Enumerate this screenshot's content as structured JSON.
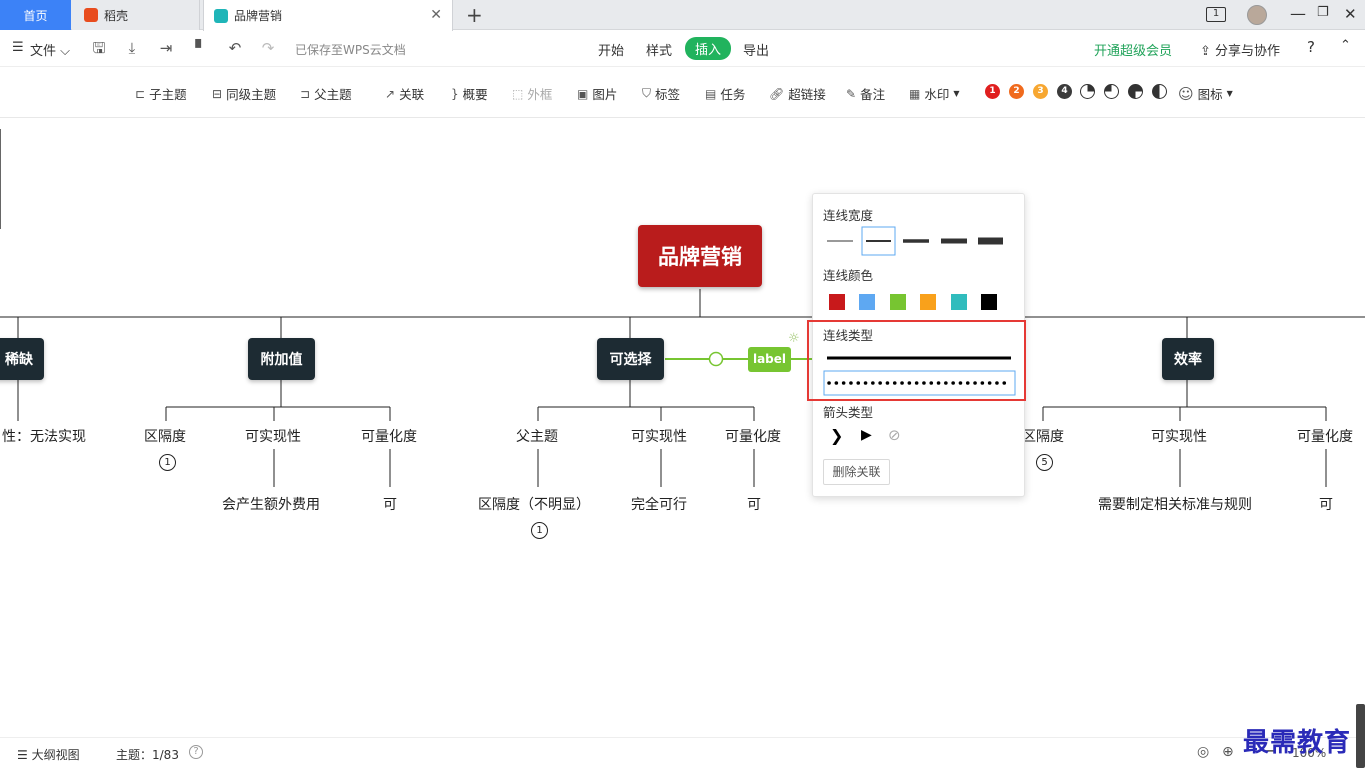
{
  "tabs": {
    "home": "首页",
    "daoke": "稻壳",
    "brand": "品牌营销"
  },
  "window": {
    "badge": "1"
  },
  "menu": {
    "file": "文件",
    "saved": "已保存至WPS云文档",
    "start": "开始",
    "style": "样式",
    "insert": "插入",
    "export": "导出",
    "vip": "开通超级会员",
    "share": "分享与协作"
  },
  "ribbon": {
    "child": "子主题",
    "sibling": "同级主题",
    "parent": "父主题",
    "relation": "关联",
    "summary": "概要",
    "frame": "外框",
    "image": "图片",
    "tag": "标签",
    "task": "任务",
    "link": "超链接",
    "note": "备注",
    "watermark": "水印",
    "icons": "图标",
    "priority": [
      "1",
      "2",
      "3",
      "4"
    ]
  },
  "map": {
    "root": "品牌营销",
    "b_left": "稀缺",
    "b_left_txt": "性：无法实现",
    "b_add": "附加值",
    "b_add_c1": "区隔度",
    "b_add_c1_badge": "1",
    "b_add_c2": "可实现性",
    "b_add_c2_sub": "会产生额外费用",
    "b_add_c3": "可量化度",
    "b_add_c3_sub": "可",
    "b_opt": "可选择",
    "b_opt_c1": "父主题",
    "b_opt_c1_sub": "区隔度（不明显）",
    "b_opt_c1_badge": "1",
    "b_opt_c2": "可实现性",
    "b_opt_c2_sub": "完全可行",
    "b_opt_c3": "可量化度",
    "b_opt_c3_sub": "可",
    "label": "label",
    "b_eff": "效率",
    "b_eff_c1": "区隔度",
    "b_eff_c1_badge": "5",
    "b_eff_c2": "可实现性",
    "b_eff_c2_sub": "需要制定相关标准与规则",
    "b_eff_c3": "可量化度",
    "b_eff_c3_sub": "可"
  },
  "popup": {
    "width_title": "连线宽度",
    "color_title": "连线颜色",
    "type_title": "连线类型",
    "arrow_title": "箭头类型",
    "delete": "删除关联",
    "colors": [
      "#c8191b",
      "#5ea8f2",
      "#77c531",
      "#f9a11b",
      "#30bcbd",
      "#000000"
    ]
  },
  "status": {
    "outline": "大纲视图",
    "topics": "主题：1/83",
    "zoom": "100%",
    "watermark": "最需教育"
  }
}
